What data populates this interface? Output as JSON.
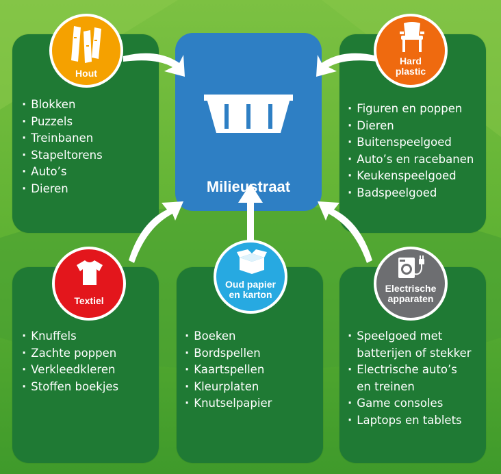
{
  "center": {
    "title": "Milieustraat",
    "icon": "container-icon"
  },
  "categories": [
    {
      "key": "hout",
      "label": "Hout",
      "color": "#f5a100",
      "icon": "wood-planks-icon",
      "items": [
        "Blokken",
        "Puzzels",
        "Treinbanen",
        "Stapeltorens",
        "Auto’s",
        "Dieren"
      ]
    },
    {
      "key": "hard_plastic",
      "label_lines": [
        "Hard",
        "plastic"
      ],
      "color": "#ef6a0f",
      "icon": "plastic-chair-icon",
      "items": [
        "Figuren en poppen",
        "Dieren",
        "Buitenspeelgoed",
        "Auto’s en racebanen",
        "Keukenspeelgoed",
        "Badspeelgoed"
      ]
    },
    {
      "key": "textiel",
      "label": "Textiel",
      "color": "#e3161c",
      "icon": "tshirt-icon",
      "items": [
        "Knuffels",
        "Zachte poppen",
        "Verkleedkleren",
        "Stoffen boekjes"
      ]
    },
    {
      "key": "oud_papier",
      "label_lines": [
        "Oud papier",
        "en karton"
      ],
      "color": "#27a9e1",
      "icon": "cardboard-box-icon",
      "items": [
        "Boeken",
        "Bordspellen",
        "Kaartspellen",
        "Kleurplaten",
        "Knutselpapier"
      ]
    },
    {
      "key": "electrische",
      "label_lines": [
        "Electrische",
        "apparaten"
      ],
      "color": "#6d6e71",
      "icon": "washing-machine-plug-icon",
      "items": [
        "Speelgoed met",
        "batterijen of stekker",
        "Electrische auto’s",
        "en treinen",
        "Game consoles",
        "Laptops en tablets"
      ]
    }
  ],
  "colors": {
    "panel": "#1f7a34",
    "center": "#2e7fc4",
    "background": "#5fb233"
  }
}
